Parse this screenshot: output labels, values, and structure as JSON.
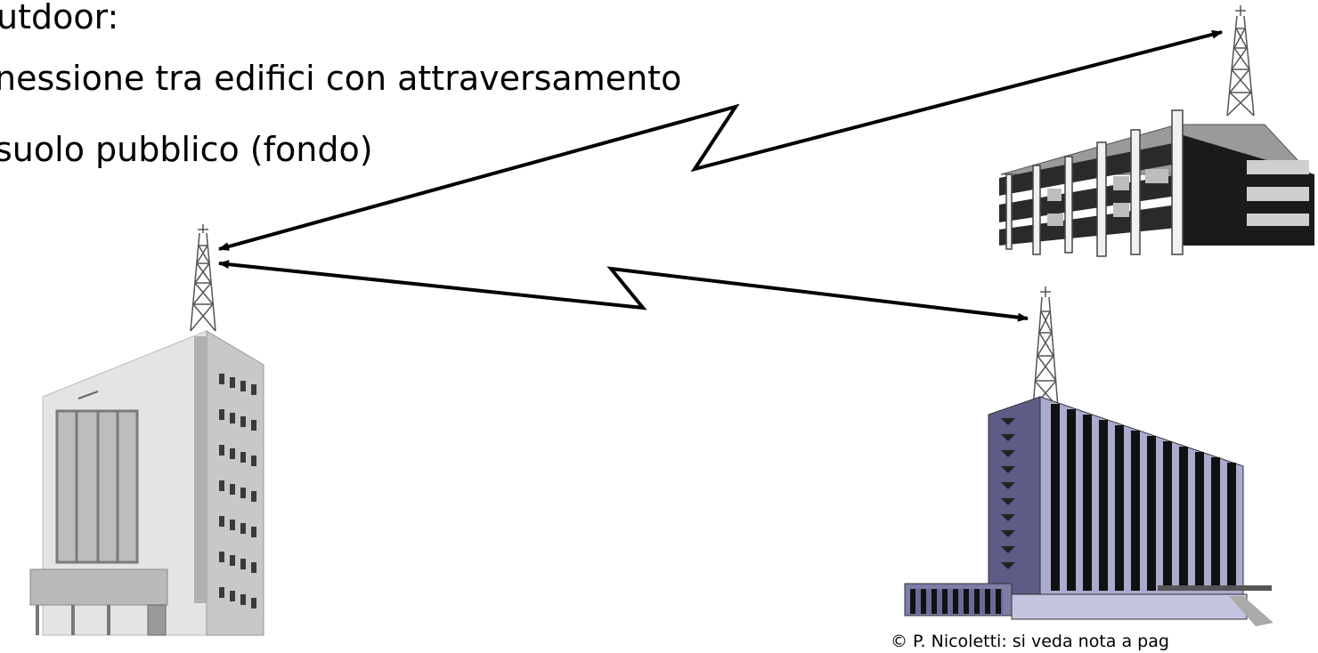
{
  "slide": {
    "title": "utdoor:",
    "bullet_line1": "nessione tra edifici con attraversamento",
    "bullet_line2": "suolo pubblico (fondo)",
    "credit": "© P. Nicoletti: si veda nota a pag"
  },
  "colors": {
    "link_line": "#000000",
    "building_left": "#d9d9d9",
    "building_top_right": "#8c8c8c",
    "building_bottom_right": "#8a8cb0"
  },
  "icons": [
    "antenna-tower-icon",
    "office-building-icon",
    "radio-link-arrow-icon"
  ]
}
